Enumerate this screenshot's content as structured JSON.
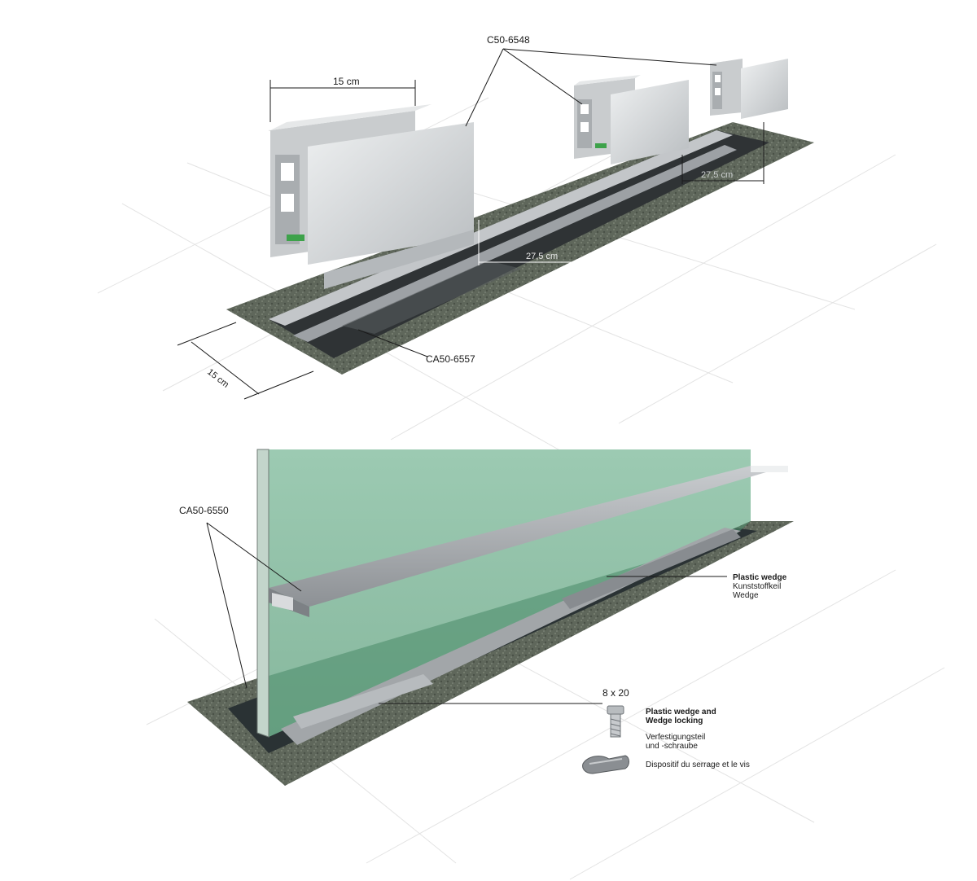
{
  "top_diagram": {
    "part_profile": "C50-6548",
    "part_floor_channel": "CA50-6557",
    "dim_profile_width": "15 cm",
    "dim_channel_width": "15 cm",
    "dim_spacing_near": "27,5 cm",
    "dim_spacing_far": "27,5 cm"
  },
  "bottom_diagram": {
    "part_cover": "CA50-6550",
    "wedge_label": {
      "line1": "Plastic wedge",
      "line2": "Kunststoffkeil",
      "line3": "Wedge"
    },
    "screw_size": "8 x 20",
    "kit_label": {
      "en_line1": "Plastic wedge and",
      "en_line2": "Wedge locking",
      "de_line1": "Verfestigungsteil",
      "de_line2": "und -schraube",
      "fr": "Dispositif du serrage et le vis"
    }
  },
  "colors": {
    "glass": "#93c3aa",
    "granite": "#5d6558",
    "aluminium": "#d6d8da",
    "channel_dark": "#2b2f31"
  }
}
